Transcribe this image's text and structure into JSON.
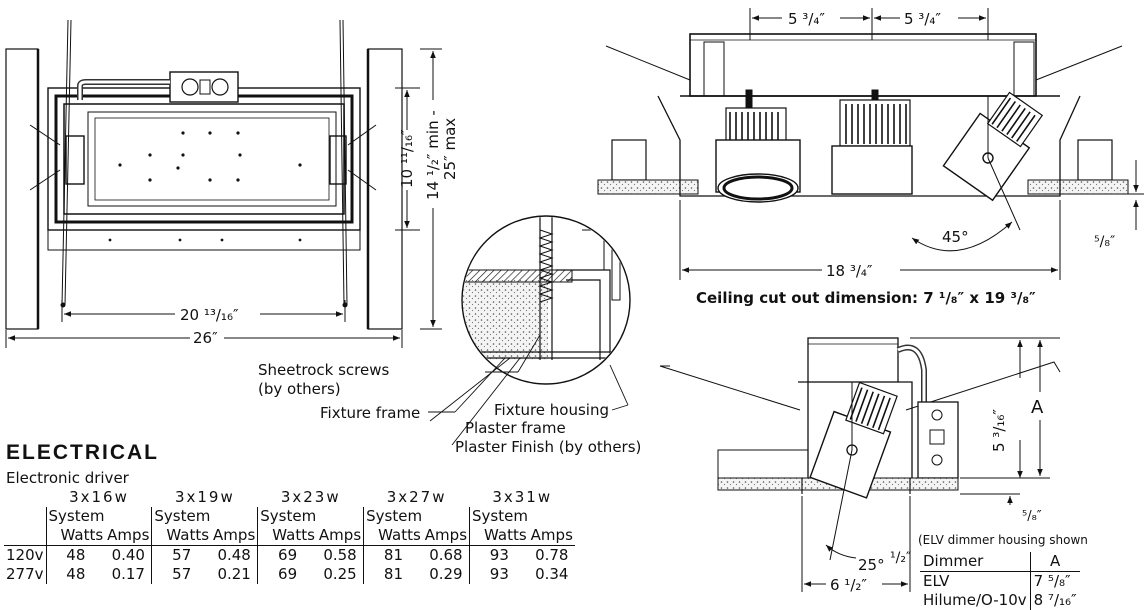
{
  "top_view": {
    "dim_width_inner": "20 ¹³/₁₆″",
    "dim_width_outer": "26″",
    "dim_height_inner": "10 ¹¹/₁₆″",
    "dim_height_range": "14 ¹/₂″ min -",
    "dim_height_max": "25″ max"
  },
  "front_view": {
    "dim_spacing_left": "5 ³/₄″",
    "dim_spacing_right": "5 ³/₄″",
    "dim_angle": "45°",
    "dim_overall": "18 ³/₄″",
    "dim_side": "⁵/₈″",
    "cutout_note": "Ceiling cut out dimension: 7 ¹/₈″ x 19 ³/₈″"
  },
  "detail_labels": {
    "sheetrock_line1": "Sheetrock screws",
    "sheetrock_line2": "(by others)",
    "fixture_frame": "Fixture frame",
    "fixture_housing": "Fixture housing",
    "plaster_frame": "Plaster frame",
    "plaster_finish": "Plaster Finish (by others)"
  },
  "side_view": {
    "dim_height": "5 ³/₁₆″",
    "dim_a": "A",
    "dim_bottom": "⁵/₈″",
    "dim_angle": "25°",
    "dim_lip": "¹/₂″",
    "dim_width": "6 ¹/₂″",
    "note": "(ELV dimmer housing shown"
  },
  "dimmer_table": {
    "headers": [
      "Dimmer",
      "A"
    ],
    "rows": [
      [
        "ELV",
        "7 ⁵/₈″"
      ],
      [
        "Hilume/O-10v",
        "8 ⁷/₁₆″"
      ]
    ]
  },
  "electrical": {
    "title": "ELECTRICAL",
    "subtitle": "Electronic driver",
    "configs": [
      "3x16w",
      "3x19w",
      "3x23w",
      "3x27w",
      "3x31w"
    ],
    "system_label": "System",
    "watts_label": "Watts",
    "amps_label": "Amps",
    "rows": [
      {
        "voltage": "120v",
        "values": [
          [
            "48",
            "0.40"
          ],
          [
            "57",
            "0.48"
          ],
          [
            "69",
            "0.58"
          ],
          [
            "81",
            "0.68"
          ],
          [
            "93",
            "0.78"
          ]
        ]
      },
      {
        "voltage": "277v",
        "values": [
          [
            "48",
            "0.17"
          ],
          [
            "57",
            "0.21"
          ],
          [
            "69",
            "0.25"
          ],
          [
            "81",
            "0.29"
          ],
          [
            "93",
            "0.34"
          ]
        ]
      }
    ]
  }
}
